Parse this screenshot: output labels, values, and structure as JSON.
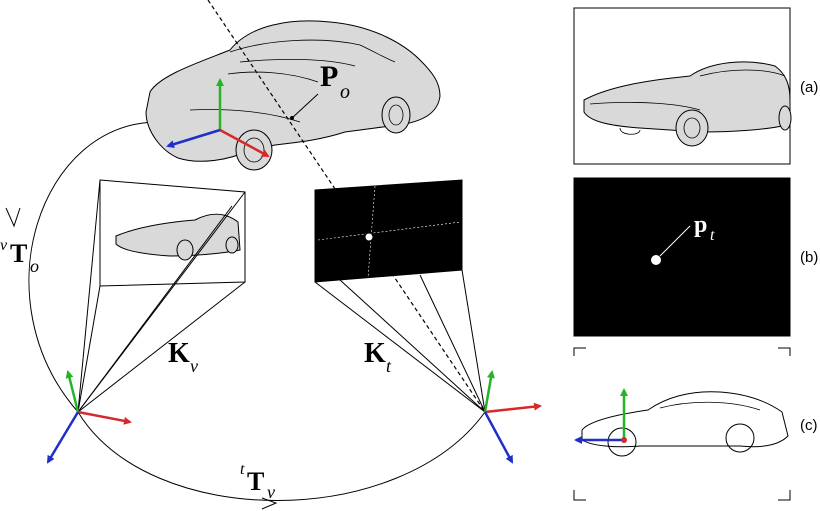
{
  "labels": {
    "Po_main": "P",
    "Po_sub": "o",
    "vTo_pre": "v",
    "vTo_main": "T",
    "vTo_sub": "o",
    "Kv_main": "K",
    "Kv_sub": "v",
    "Kt_main": "K",
    "Kt_sub": "t",
    "tTv_pre": "t",
    "tTv_main": "T",
    "tTv_sub": "v",
    "pt_main": "p",
    "pt_sub": "t"
  },
  "panels": [
    {
      "id": "a",
      "caption": "(a)"
    },
    {
      "id": "b",
      "caption": "(b)"
    },
    {
      "id": "c",
      "caption": "(c)"
    }
  ],
  "colors": {
    "axis_x": "#d62a2a",
    "axis_y": "#27b327",
    "axis_z": "#1f2fc8",
    "car_fill": "#d9d9d9",
    "thermal_bg": "#000000",
    "target_dot": "#ffffff"
  }
}
